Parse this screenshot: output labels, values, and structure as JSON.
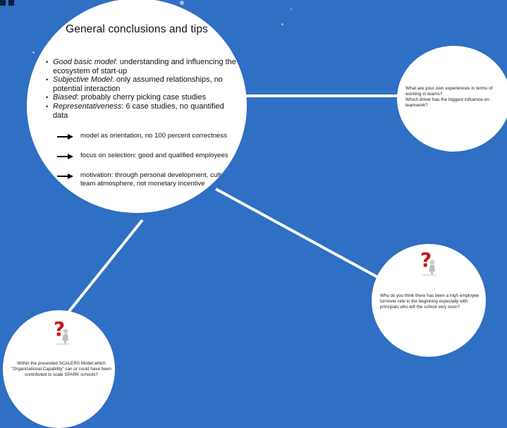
{
  "main": {
    "title": "General conclusions and tips",
    "bullets": [
      {
        "label": "Good basic model",
        "text": ": understanding and influencing the ecosystem of start-up"
      },
      {
        "label": "Subjective Model",
        "text": ": only assumed relationships, no potential interaction"
      },
      {
        "label": "Biased",
        "text": ": probably cherry picking case studies"
      },
      {
        "label": "Representativeness",
        "text": ": 6 case studies, no quantified data"
      }
    ],
    "arrows": [
      "model as orientation, no 100 percent correctness",
      "focus on selection: good and qualified employees",
      "motivation: through personal development, culture, team atmosphere, not monetary incentive"
    ]
  },
  "questions": {
    "right": "What are your own experiences in terms of working in teams?\nWhich driver has the biggest influence on teamwork?",
    "middle": "Why do you think there has been a high employee turnover rate in the beginning especially with principals who left the school very soon?",
    "left": "Within the presented SCALERS Model which \"Organizational Capability\" can or could have been contributed to scale SPARK schools?"
  },
  "colors": {
    "background": "#2f6fc4",
    "circle": "#ffffff",
    "connector": "#ffffff",
    "question_mark": "#c8151b"
  },
  "icons": [
    "question-mark-figure-icon",
    "arrow-right-icon"
  ]
}
